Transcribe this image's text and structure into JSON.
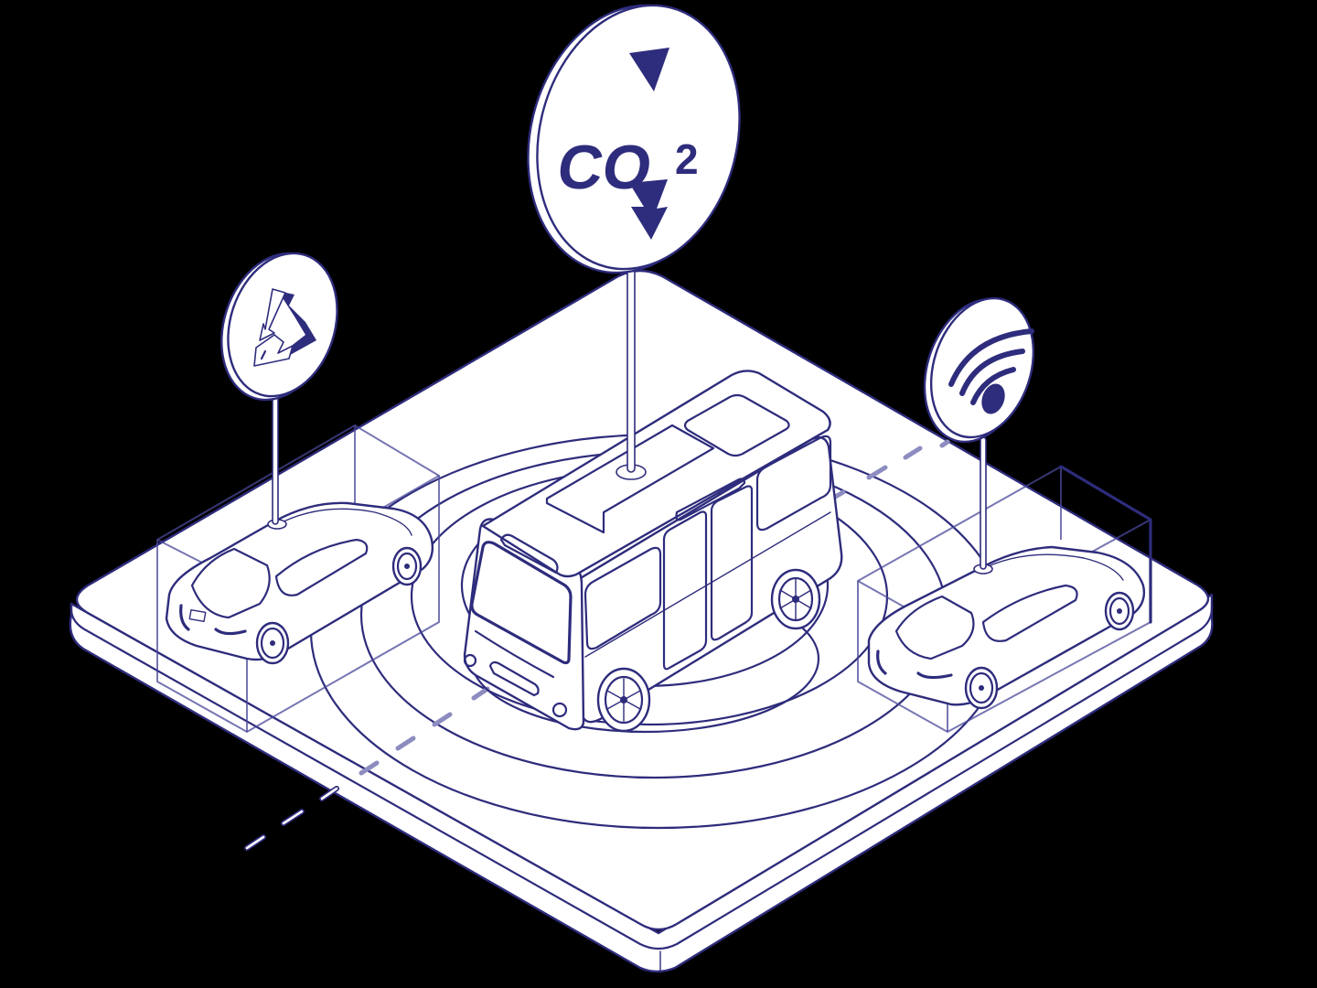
{
  "illustration": {
    "subject": "Isometric connected-mobility platform with a central shuttle bus, two cars and three sign badges",
    "background_color": "#000000",
    "line_color": "#2e2c7c",
    "surface_color": "#ffffff"
  },
  "signs": {
    "center": {
      "label_main": "CO",
      "label_sub": "2",
      "icon": "co2-reduction-icon",
      "arrows": [
        "down-arrow",
        "double-down-arrow"
      ]
    },
    "left": {
      "icon": "recycle-icon"
    },
    "right": {
      "icon": "wifi-signal-icon"
    }
  },
  "vehicles": [
    {
      "type": "shuttle-bus",
      "position": "center"
    },
    {
      "type": "car",
      "position": "left"
    },
    {
      "type": "car",
      "position": "right"
    }
  ]
}
